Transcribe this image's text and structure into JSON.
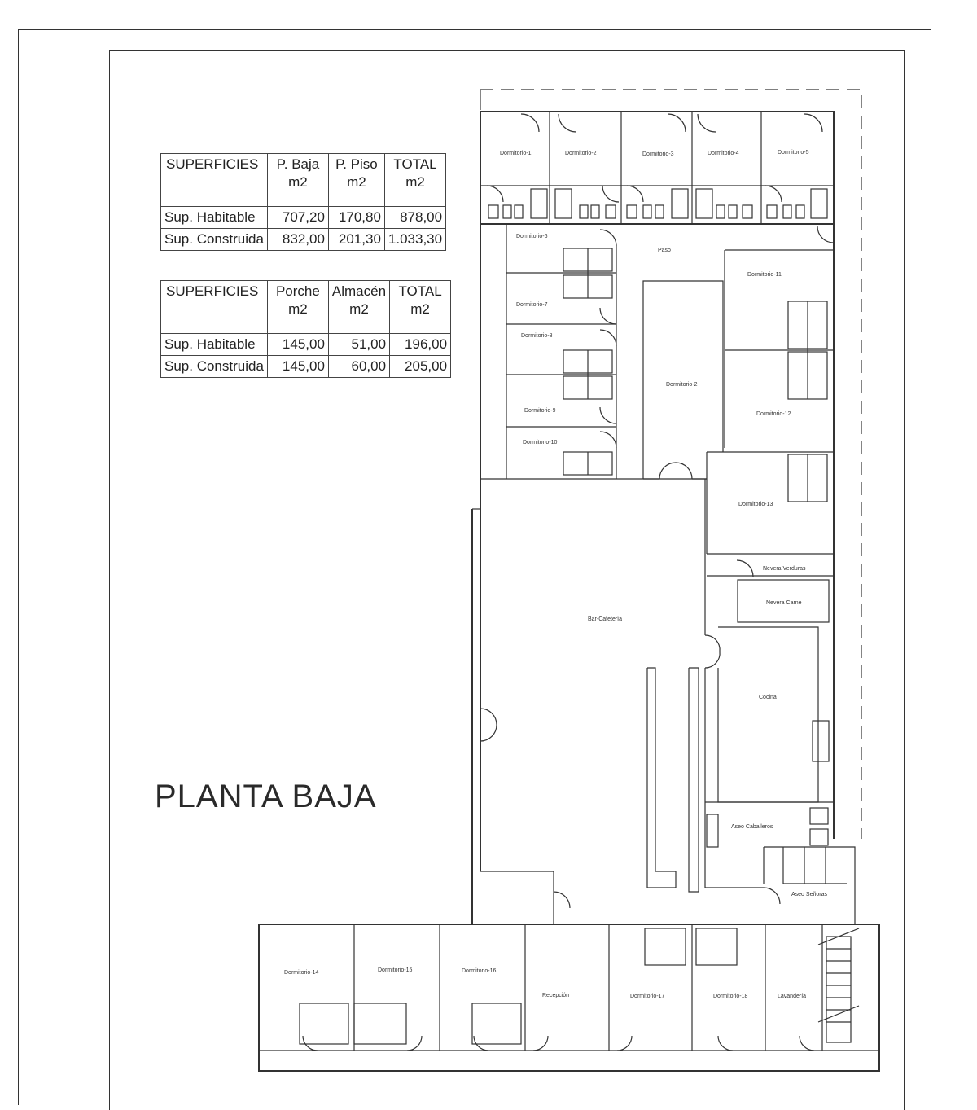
{
  "tables": {
    "t1": {
      "headers": [
        "SUPERFICIES",
        "P. Baja\nm2",
        "P. Piso\nm2",
        "TOTAL\nm2"
      ],
      "rows": [
        [
          "Sup. Habitable",
          "707,20",
          "170,80",
          "878,00"
        ],
        [
          "Sup. Construida",
          "832,00",
          "201,30",
          "1.033,30"
        ]
      ]
    },
    "t2": {
      "headers": [
        "SUPERFICIES",
        "Porche\nm2",
        "Almacén\nm2",
        "TOTAL\nm2"
      ],
      "rows": [
        [
          "Sup. Habitable",
          "145,00",
          "51,00",
          "196,00"
        ],
        [
          "Sup. Construida",
          "145,00",
          "60,00",
          "205,00"
        ]
      ]
    }
  },
  "plan_title": "PLANTA BAJA",
  "rooms": {
    "d1": "Dormitorio-1",
    "d2": "Dormitorio-2",
    "d3": "Dormitorio-3",
    "d4": "Dormitorio-4",
    "d5": "Dormitorio-5",
    "d6": "Dormitorio-6",
    "d7": "Dormitorio-7",
    "d8": "Dormitorio-8",
    "d9": "Dormitorio-9",
    "d10": "Dormitorio-10",
    "d11": "Dormitorio-11",
    "d2b": "Dormitorio-2",
    "d12": "Dormitorio-12",
    "d13": "Dormitorio-13",
    "d14": "Dormitorio-14",
    "d15": "Dormitorio-15",
    "d16": "Dormitorio-16",
    "d17": "Dormitorio-17",
    "d18": "Dormitorio-18",
    "paso": "Paso",
    "bar": "Bar-Cafetería",
    "nv": "Nevera Verduras",
    "nc": "Nevera Carne",
    "cocina": "Cocina",
    "aseo_c": "Aseo Caballeros",
    "aseo_s": "Aseo Señoras",
    "recepcion": "Recepción",
    "lavanderia": "Lavandería"
  }
}
